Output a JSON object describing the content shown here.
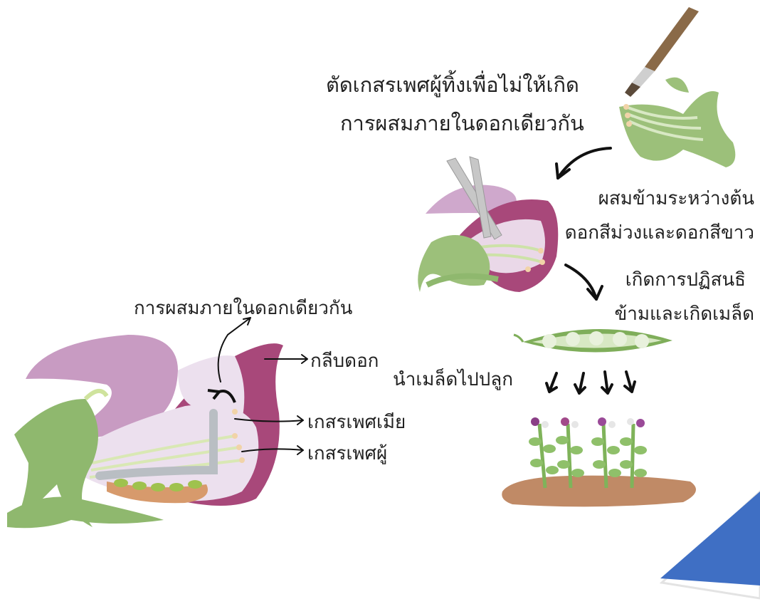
{
  "labels": {
    "cut_stamen_line1": "ตัดเกสรเพศผู้ทิ้งเพื่อไม่ให้เกิด",
    "cut_stamen_line2": "การผสมภายในดอกเดียวกัน",
    "cross_line1": "ผสมข้ามระหว่างต้น",
    "cross_line2": "ดอกสีม่วงและดอกสีขาว",
    "fertilization_line1": "เกิดการปฏิสนธิ",
    "fertilization_line2": "ข้ามและเกิดเมล็ด",
    "self_pollination": "การผสมภายในดอกเดียวกัน",
    "petal": "กลีบดอก",
    "pistil": "เกสรเพศเมีย",
    "stamen": "เกสรเพศผู้",
    "plant_seeds": "นำเมล็ดไปปลูก"
  },
  "colors": {
    "petal_magenta": "#a8487a",
    "petal_lilac": "#c89bc2",
    "stem_green": "#8fb86e",
    "pod_green": "#7fae5a",
    "soil_brown": "#c08a66",
    "accent_blue": "#3f6fc4"
  }
}
